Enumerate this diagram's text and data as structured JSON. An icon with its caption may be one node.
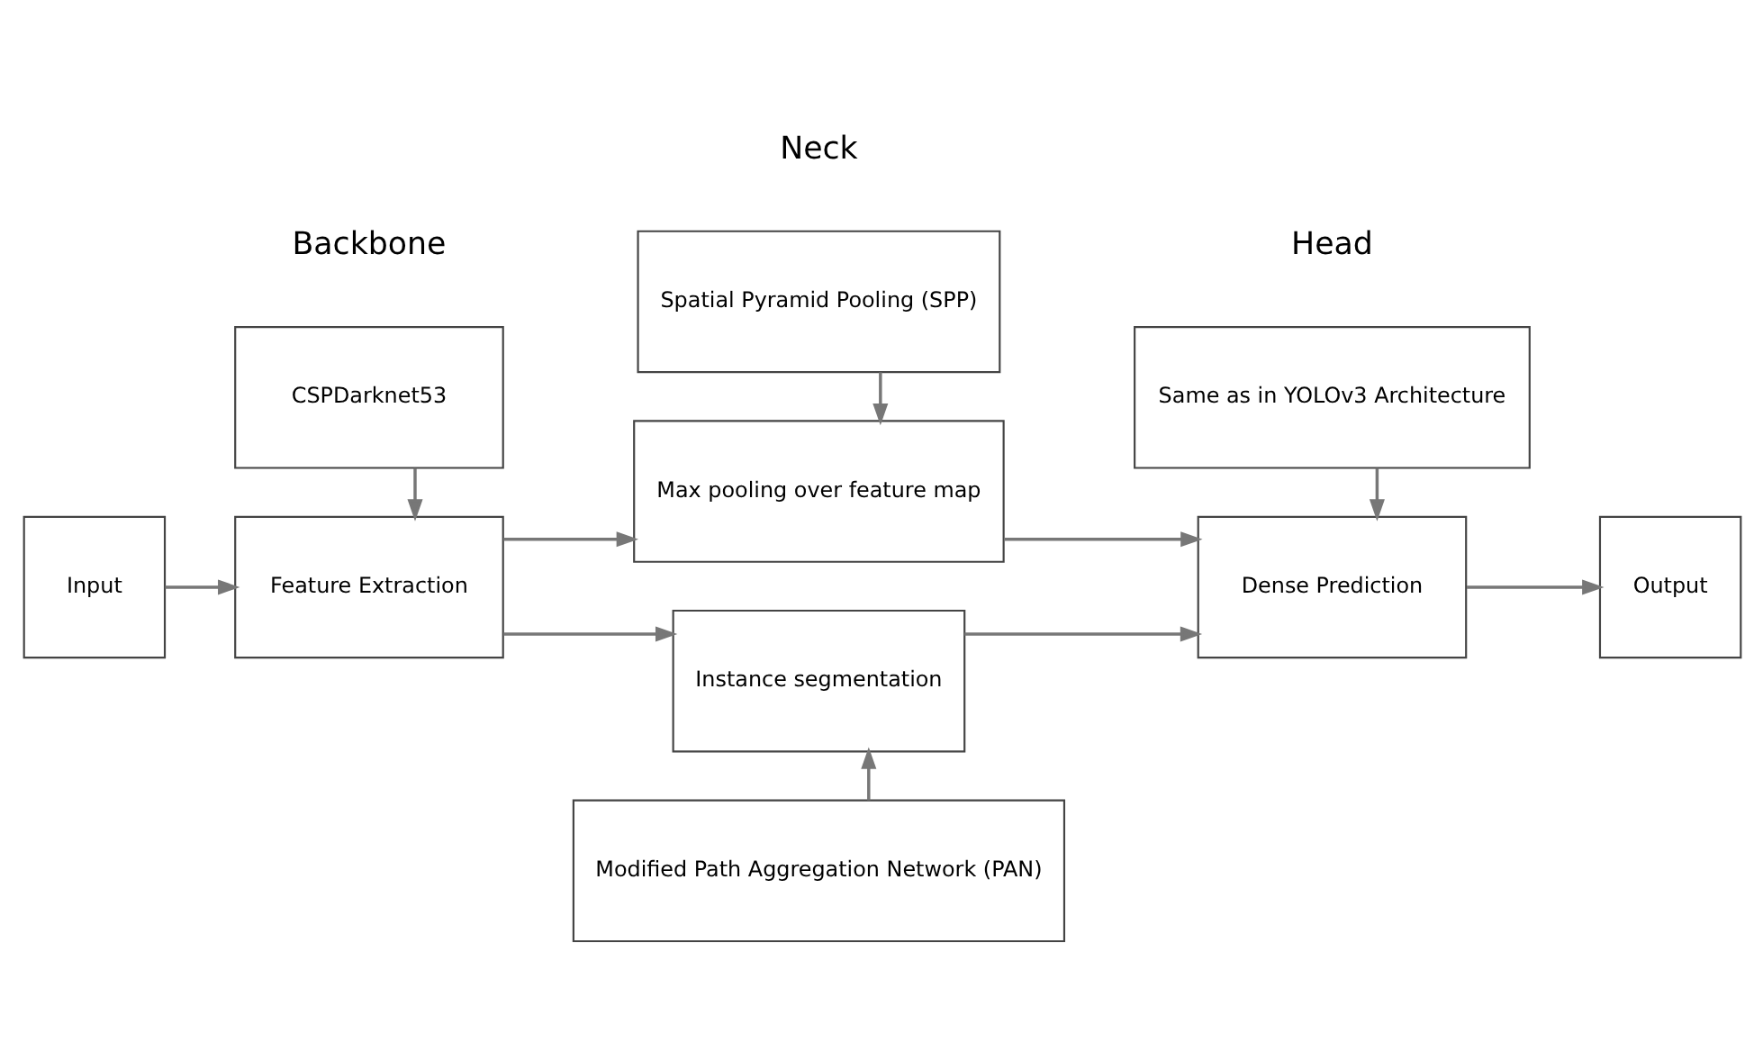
{
  "diagram": {
    "nodes": [
      {
        "text": [
          "CSPDarknet53"
        ]
      },
      {
        "text": [
          "Spatial Pyramid Pooling (SPP)"
        ]
      },
      {
        "text": [
          "Same as in YOLOv3 Architecture"
        ]
      },
      {
        "text": [
          "Max pooling over feature map"
        ]
      },
      {
        "text": [
          "Input"
        ]
      },
      {
        "text": [
          "Feature Extraction"
        ]
      },
      {
        "text": [
          "Dense Prediction"
        ]
      },
      {
        "text": [
          "Output"
        ]
      },
      {
        "text": [
          "Instance segmentation"
        ]
      },
      {
        "text": [
          "Modified Path Aggregation Network (PAN)"
        ]
      }
    ],
    "edges": [
      {
        "from": 4,
        "to": 5,
        "arrow": "to"
      },
      {
        "from": 0,
        "to": 5,
        "arrow": "to"
      },
      {
        "from": 5,
        "to": 3,
        "arrow": "to"
      },
      {
        "from": 5,
        "to": 8,
        "arrow": "to"
      },
      {
        "from": 1,
        "to": 3,
        "arrow": "to"
      },
      {
        "from": 9,
        "to": 8,
        "arrow": "to"
      },
      {
        "from": 3,
        "to": 6,
        "arrow": "to"
      },
      {
        "from": 8,
        "to": 6,
        "arrow": "to"
      },
      {
        "from": 2,
        "to": 6,
        "arrow": "to"
      },
      {
        "from": 6,
        "to": 7,
        "arrow": "to"
      }
    ],
    "labels": [
      "Backbone",
      "Neck",
      "Head"
    ]
  }
}
